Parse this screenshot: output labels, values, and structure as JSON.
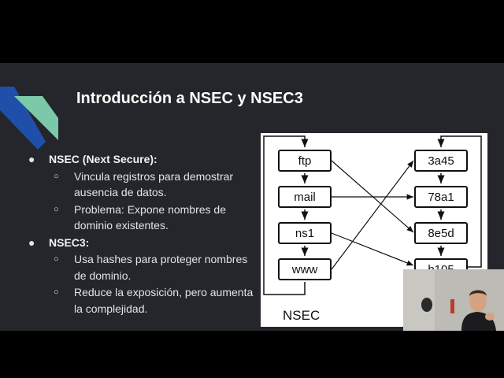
{
  "slide": {
    "title": "Introducción a NSEC y NSEC3",
    "bullets": [
      {
        "label": "NSEC (Next Secure):",
        "subs": [
          "Vincula registros para demostrar ausencia de datos.",
          "Problema: Expone nombres de dominio existentes."
        ]
      },
      {
        "label": "NSEC3:",
        "subs": [
          "Usa hashes para proteger nombres de dominio.",
          "Reduce la exposición, pero aumenta la complejidad."
        ]
      }
    ]
  },
  "diagram": {
    "left_chain": [
      "ftp",
      "mail",
      "ns1",
      "www"
    ],
    "right_chain": [
      "3a45",
      "78a1",
      "8e5d",
      "b105"
    ],
    "caption": "NSEC"
  },
  "colors": {
    "background": "#24262b",
    "accent_teal": "#7cc9a9",
    "accent_blue": "#1f4fa8"
  }
}
